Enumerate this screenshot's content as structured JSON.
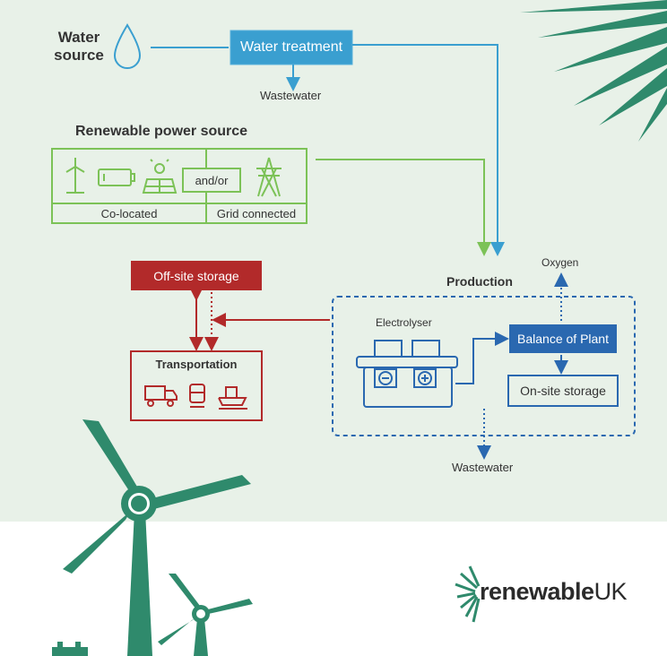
{
  "water": {
    "source_label_line1": "Water",
    "source_label_line2": "source",
    "treatment_label": "Water treatment",
    "wastewater_top": "Wastewater"
  },
  "power": {
    "title": "Renewable power source",
    "andor": "and/or",
    "colocated": "Co-located",
    "grid": "Grid connected"
  },
  "storage": {
    "offsite": "Off-site storage",
    "transport": "Transportation"
  },
  "production": {
    "title": "Production",
    "electrolyser": "Electrolyser",
    "balance": "Balance of Plant",
    "onsite": "On-site storage",
    "oxygen": "Oxygen",
    "wastewater_bottom": "Wastewater"
  },
  "brand": {
    "part1": "renewable",
    "part2": "UK"
  },
  "colors": {
    "water_blue": "#3a9fd0",
    "power_green": "#7cc257",
    "storage_red": "#b22a2a",
    "production_blue": "#2a68b0",
    "turbine_green": "#2f8a6c",
    "bg_green": "#e8f1e8"
  }
}
